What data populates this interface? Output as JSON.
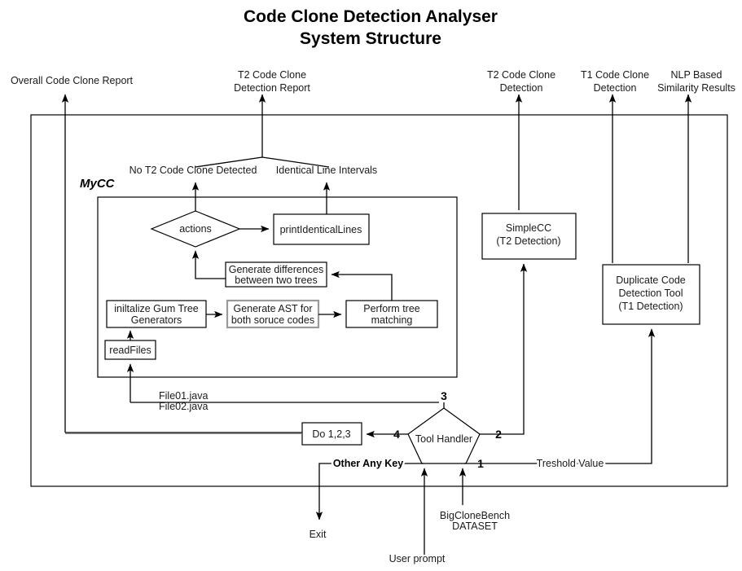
{
  "title": {
    "line1": "Code Clone Detection Analyser",
    "line2": "System Structure"
  },
  "outputs": [
    {
      "id": "overall-report",
      "label": "Overall Code Clone Report"
    },
    {
      "id": "t2-report",
      "line1": "T2 Code Clone",
      "line2": "Detection Report"
    },
    {
      "id": "t2-detection",
      "line1": "T2 Code Clone",
      "line2": "Detection"
    },
    {
      "id": "t1-detection",
      "line1": "T1 Code Clone",
      "line2": "Detection"
    },
    {
      "id": "nlp-results",
      "line1": "NLP Based",
      "line2": "Similarity Results"
    }
  ],
  "branch_labels": {
    "left": "No T2 Code Clone Detected",
    "right": "Identical Line Intervals"
  },
  "mycc": {
    "group_title": "MyCC",
    "nodes": {
      "actions": "actions",
      "print_identical_lines": "printIdenticalLines",
      "generate_differences_l1": "Generate differences",
      "generate_differences_l2": "between two trees",
      "init_gumtree_l1": "iniltalize Gum Tree",
      "init_gumtree_l2": "Generators",
      "generate_ast_l1": "Generate AST for",
      "generate_ast_l2": "both soruce codes",
      "perform_tree_matching_l1": "Perform tree",
      "perform_tree_matching_l2": "matching",
      "read_files": "readFiles"
    }
  },
  "simplecc": {
    "line1": "SimpleCC",
    "line2": "(T2 Detection)"
  },
  "duplicate_tool": {
    "line1": "Duplicate Code",
    "line2": "Detection Tool",
    "line3": "(T1 Detection)"
  },
  "tool_handler": {
    "label": "Tool Handler",
    "edges": {
      "one": "1",
      "two": "2",
      "three": "3",
      "four": "4"
    }
  },
  "do_box": {
    "label": "Do 1,2,3"
  },
  "edge_labels": {
    "file01": "File01.java",
    "file02": "File02.java",
    "other_any_key": "Other Any Key",
    "threshold_value": "Treshold Value"
  },
  "inputs": {
    "exit": "Exit",
    "user_prompt": "User prompt",
    "dataset_l1": "BigCloneBench",
    "dataset_l2": "DATASET"
  },
  "colors": {
    "stroke": "#000000",
    "text": "#1a1a1a",
    "accent_border": "#9a9a9a",
    "gray_line": "#6b6b6b",
    "background": "#ffffff"
  }
}
